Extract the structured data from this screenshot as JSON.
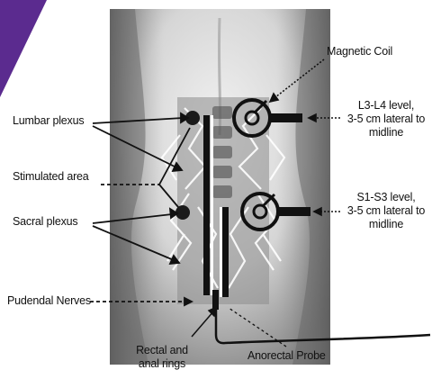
{
  "labels": {
    "lumbar_plexus": "Lumbar plexus",
    "stimulated_area": "Stimulated area",
    "sacral_plexus": "Sacral plexus",
    "pudendal_nerves": "Pudendal Nerves",
    "rectal_anal_line1": "Rectal and",
    "rectal_anal_line2": "anal rings",
    "anorectal_probe": "Anorectal Probe",
    "magnetic_coil": "Magnetic Coil",
    "l3l4_line1": "L3-L4 level,",
    "l3l4_line2": "3-5  cm lateral to",
    "l3l4_line3": "midline",
    "s1s3_line1": "S1-S3 level,",
    "s1s3_line2": "3-5  cm lateral to",
    "s1s3_line3": "midline"
  },
  "colors": {
    "accent_corner": "#5b2b8f",
    "body_dark": "#5a5a5a",
    "body_light": "#e6e6e6",
    "coil": "#111111"
  }
}
